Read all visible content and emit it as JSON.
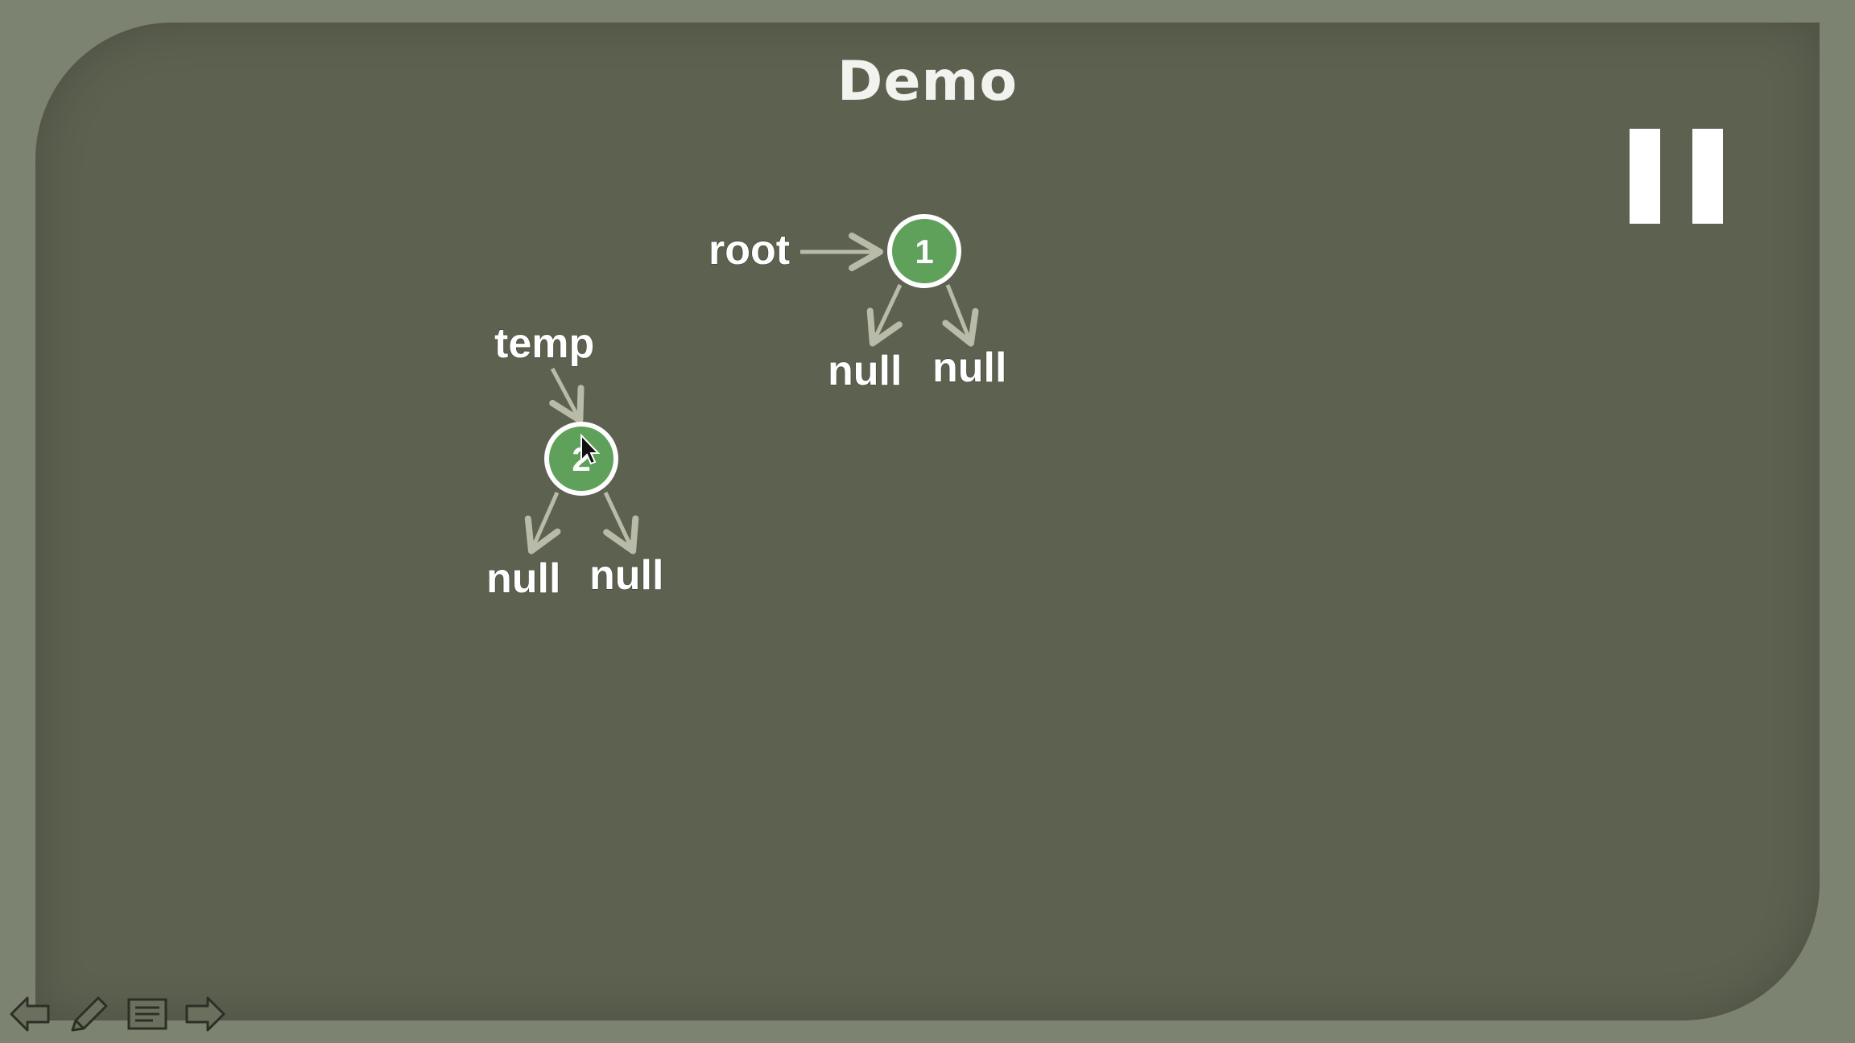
{
  "slide": {
    "title": "Demo"
  },
  "controls": {
    "pause_icon": "pause-icon"
  },
  "diagram": {
    "tree_root": {
      "pointer_label": "root",
      "node_value": "1",
      "left_child": "null",
      "right_child": "null"
    },
    "tree_temp": {
      "pointer_label": "temp",
      "node_value": "2",
      "left_child": "null",
      "right_child": "null"
    },
    "colors": {
      "background": "#5d6150",
      "frame": "#7c8370",
      "node_fill": "#5fa05a",
      "node_stroke": "#ffffff",
      "arrow": "#b9bba9"
    }
  },
  "nav": {
    "icons": [
      "previous-arrow-icon",
      "pen-icon",
      "menu-icon",
      "next-arrow-icon"
    ]
  }
}
